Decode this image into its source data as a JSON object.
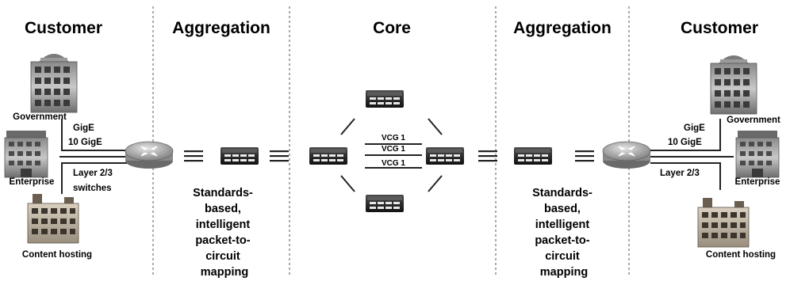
{
  "sections": [
    {
      "id": "customer-left",
      "title": "Customer"
    },
    {
      "id": "aggregation-left",
      "title": "Aggregation"
    },
    {
      "id": "core",
      "title": "Core"
    },
    {
      "id": "aggregation-right",
      "title": "Aggregation"
    },
    {
      "id": "customer-right",
      "title": "Customer"
    }
  ],
  "customers": {
    "government": "Government",
    "enterprise": "Enterprise",
    "content_hosting": "Content hosting"
  },
  "links": {
    "gige": "GigE",
    "ten_gige": "10 GigE",
    "layer_left_line1": "Layer 2/3",
    "layer_left_line2": "switches",
    "layer_right": "Layer 2/3"
  },
  "vcg": [
    "VCG 1",
    "VCG 1",
    "VCG 1"
  ],
  "aggregation_description": [
    "Standards-",
    "based,",
    "intelligent",
    "packet-to-",
    "circuit",
    "mapping"
  ]
}
